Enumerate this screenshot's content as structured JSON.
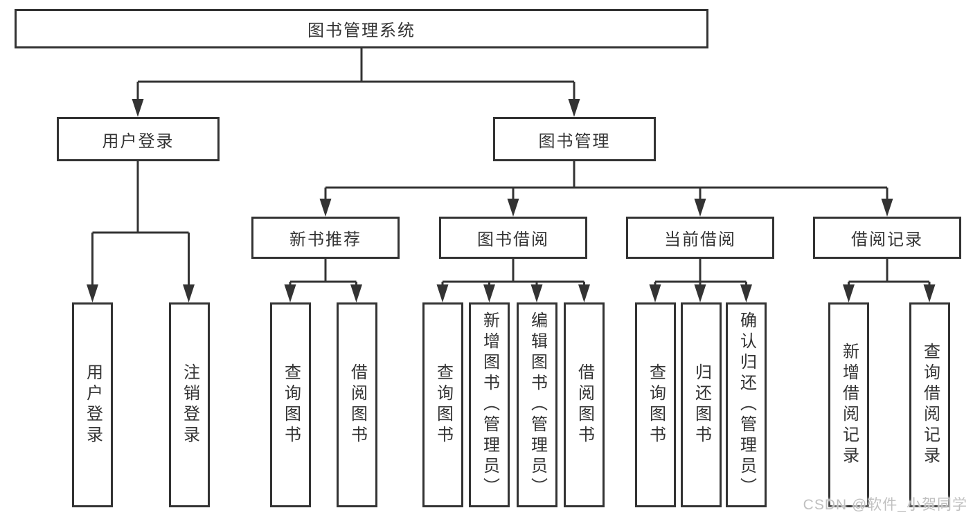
{
  "diagram": {
    "title": "图书管理系统",
    "root": {
      "label": "图书管理系统"
    },
    "level2": [
      {
        "label": "用户登录"
      },
      {
        "label": "图书管理"
      }
    ],
    "level3": [
      {
        "label": "新书推荐"
      },
      {
        "label": "图书借阅"
      },
      {
        "label": "当前借阅"
      },
      {
        "label": "借阅记录"
      }
    ],
    "leaves": {
      "user_login": [
        {
          "label": "用户登录"
        },
        {
          "label": "注销登录"
        }
      ],
      "new_book": [
        {
          "label": "查询图书"
        },
        {
          "label": "借阅图书"
        }
      ],
      "book_borrow": [
        {
          "label": "查询图书"
        },
        {
          "label": "新增图书（管理员）"
        },
        {
          "label": "编辑图书（管理员）"
        },
        {
          "label": "借阅图书"
        }
      ],
      "current_borrow": [
        {
          "label": "查询图书"
        },
        {
          "label": "归还图书"
        },
        {
          "label": "确认归还（管理员）"
        }
      ],
      "borrow_record": [
        {
          "label": "新增借阅记录"
        },
        {
          "label": "查询借阅记录"
        }
      ]
    }
  },
  "watermark": {
    "text": "CSDN @软件_小贺同学"
  },
  "colors": {
    "line": "#333333",
    "box_border": "#333333",
    "text": "#333333",
    "background": "#ffffff",
    "watermark": "#c0c0c0"
  }
}
